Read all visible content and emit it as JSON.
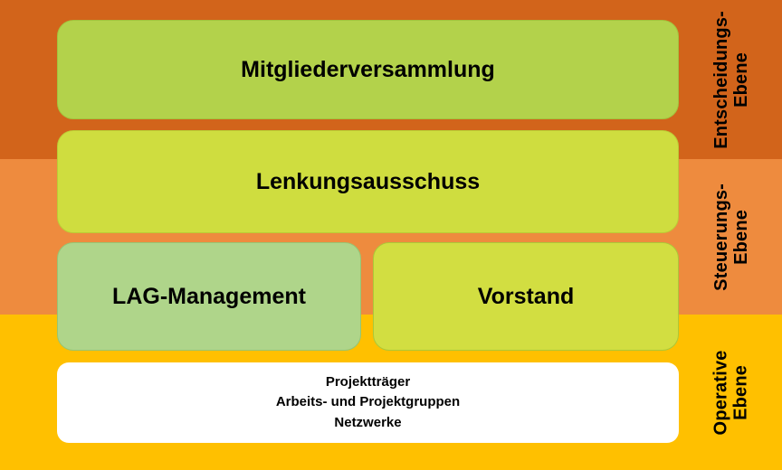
{
  "diagram": {
    "levels": [
      {
        "label_line1": "Entscheidungs-",
        "label_line2": "Ebene",
        "band_color": "#D2641B"
      },
      {
        "label_line1": "Steuerungs-",
        "label_line2": "Ebene",
        "band_color": "#EE8B3E"
      },
      {
        "label_line1": "Operative",
        "label_line2": "Ebene",
        "band_color": "#FFC000"
      }
    ],
    "boxes": {
      "mitgliederversammlung": {
        "label": "Mitgliederversammlung",
        "fill": "#B3D24B"
      },
      "lenkungsausschuss": {
        "label": "Lenkungsausschuss",
        "fill": "#CFDD3F"
      },
      "lag_management": {
        "label": "LAG-Management",
        "fill": "#AFD58A"
      },
      "vorstand": {
        "label": "Vorstand",
        "fill": "#D2DE41"
      },
      "operative": {
        "fill": "#FFFFFF",
        "lines": [
          "Projektträger",
          "Arbeits- und Projektgruppen",
          "Netzwerke"
        ]
      }
    },
    "text_color": "#000000"
  }
}
